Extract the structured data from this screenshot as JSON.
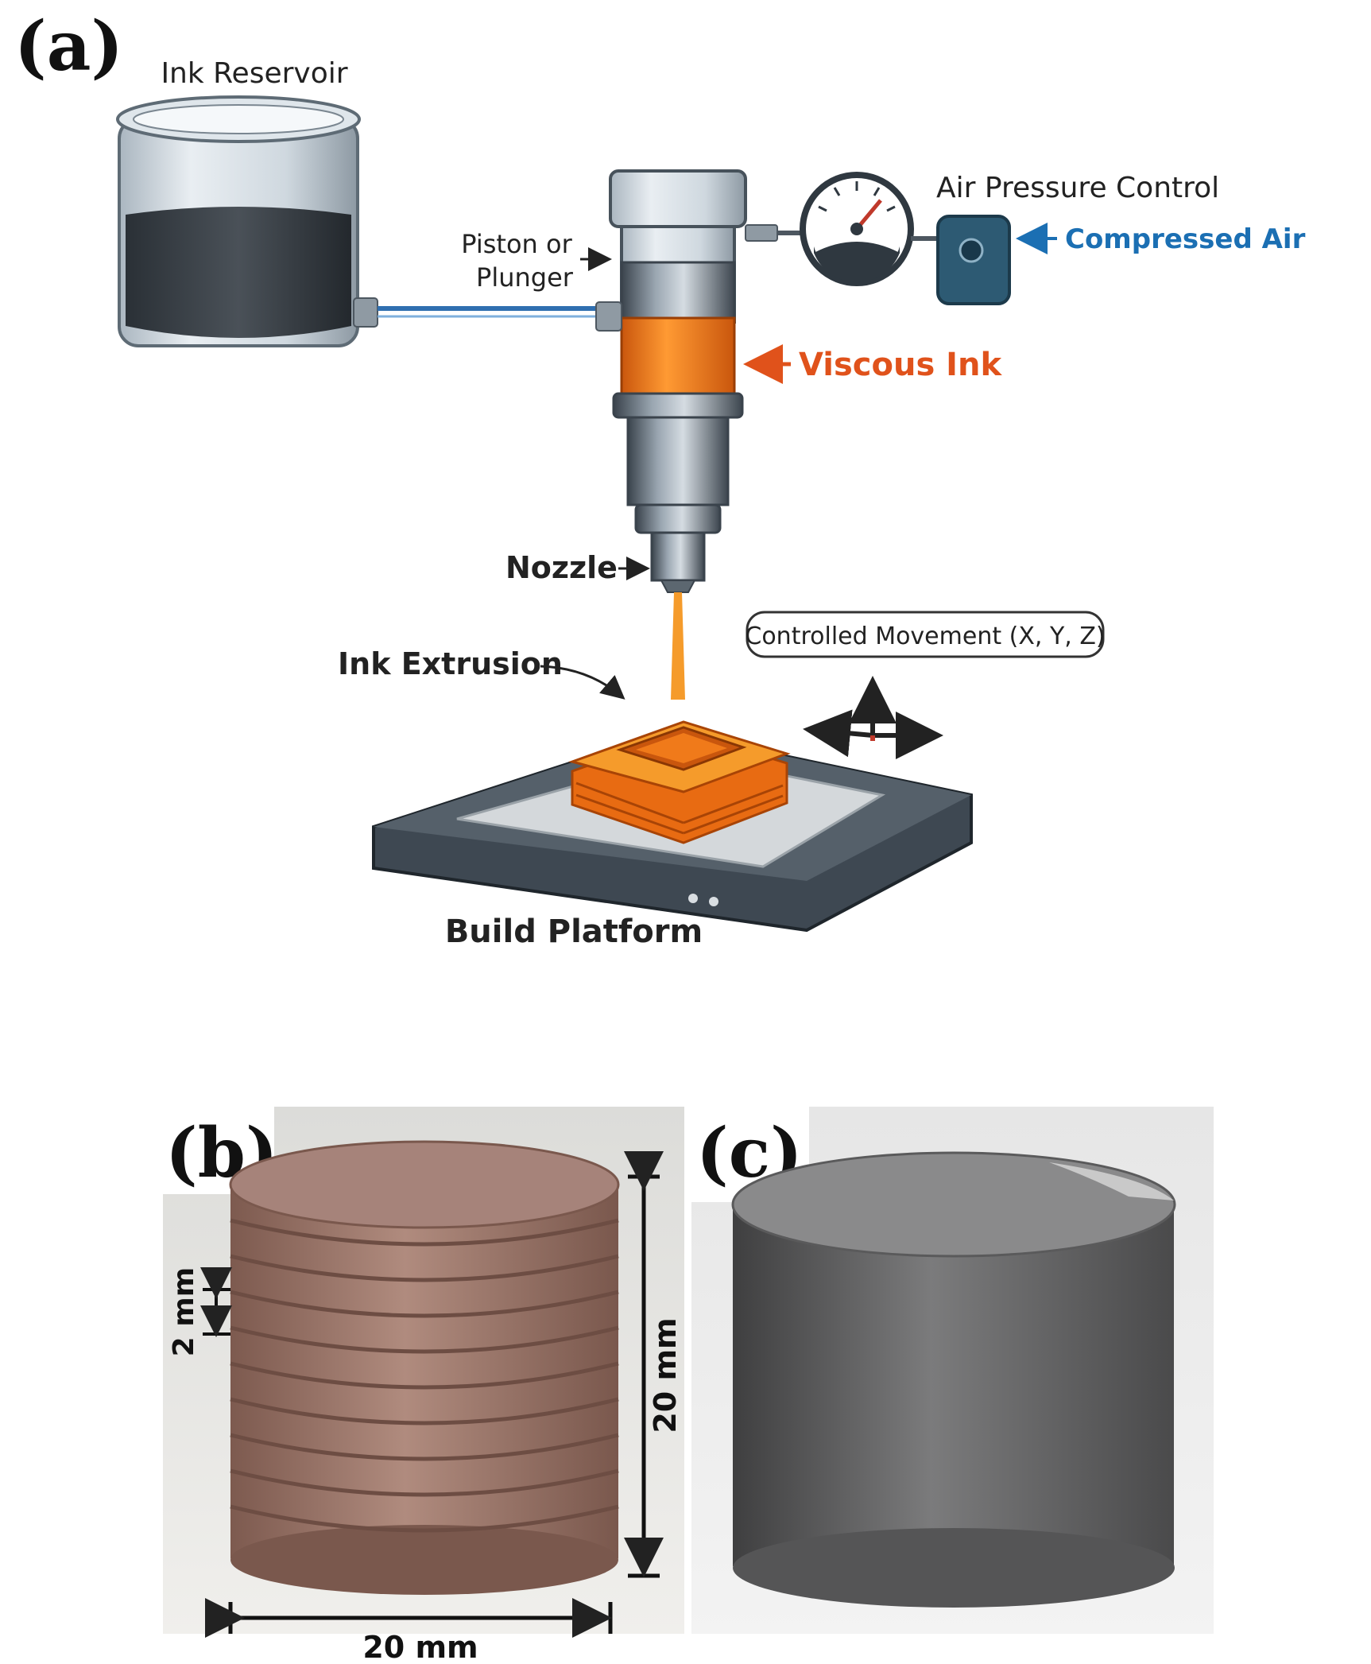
{
  "panels": {
    "a": {
      "letter": "(a)",
      "labels": {
        "ink_reservoir": "Ink Reservoir",
        "piston_line1": "Piston or",
        "piston_line2": "Plunger",
        "air_pressure": "Air Pressure Control",
        "compressed_air": "Compressed Air",
        "viscous_ink": "Viscous Ink",
        "nozzle": "Nozzle",
        "ink_extrusion": "Ink Extrusion",
        "controlled_movement": "Controlled Movement (X, Y, Z)",
        "build_platform": "Build Platform"
      }
    },
    "b": {
      "letter": "(b)",
      "dim_layer": "2 mm",
      "dim_height": "20 mm",
      "dim_width": "20 mm"
    },
    "c": {
      "letter": "(c)"
    }
  },
  "colors": {
    "ink_orange": "#f07a1a",
    "label_orange": "#e0521b",
    "label_blue": "#1b6fb3",
    "metal_dark": "#4a5560",
    "printed_part": "#9b7466",
    "sintered_part": "#6b6b6b"
  }
}
